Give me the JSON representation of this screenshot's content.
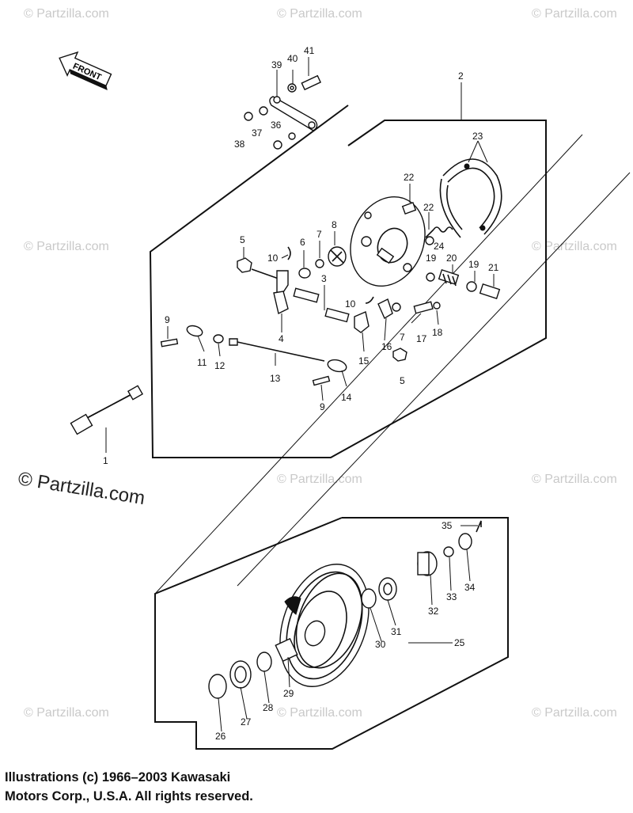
{
  "front_arrow": {
    "label": "FRONT"
  },
  "watermarks": {
    "small": "© Partzilla.com",
    "big": "© Partzilla.com"
  },
  "part_numbers": [
    "1",
    "2",
    "3",
    "4",
    "5",
    "5",
    "6",
    "7",
    "7",
    "8",
    "9",
    "9",
    "10",
    "10",
    "11",
    "12",
    "13",
    "14",
    "15",
    "16",
    "17",
    "18",
    "19",
    "19",
    "20",
    "21",
    "22",
    "22",
    "23",
    "24",
    "25",
    "26",
    "27",
    "28",
    "29",
    "30",
    "31",
    "32",
    "33",
    "34",
    "35",
    "36",
    "37",
    "38",
    "39",
    "40",
    "41"
  ],
  "copyright": {
    "line1": "Illustrations (c) 1966–2003 Kawasaki",
    "line2": "Motors Corp., U.S.A.  All rights reserved."
  }
}
